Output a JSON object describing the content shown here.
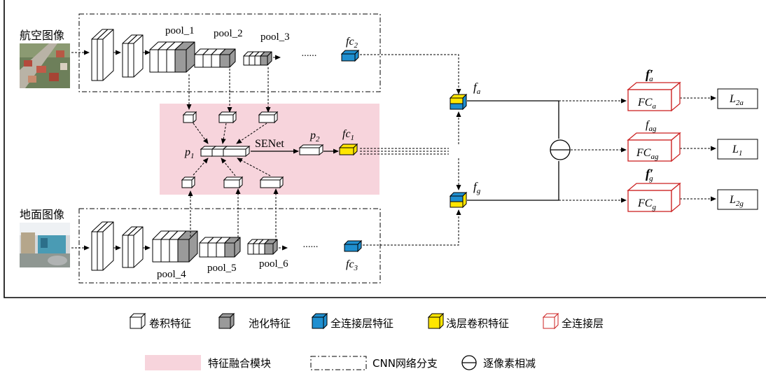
{
  "branches": {
    "aerial": {
      "title": "航空图像",
      "pools": [
        "pool_1",
        "pool_2",
        "pool_3"
      ],
      "fc": "fc",
      "fc_sub": "2"
    },
    "ground": {
      "title": "地面图像",
      "pools": [
        "pool_4",
        "pool_5",
        "pool_6"
      ],
      "fc": "fc",
      "fc_sub": "3"
    }
  },
  "fusion": {
    "p1": "p",
    "p1_sub": "1",
    "senet": "SENet",
    "p2": "p",
    "p2_sub": "2",
    "fc1": "fc",
    "fc1_sub": "1"
  },
  "features": {
    "fa": "f",
    "fa_sub": "a",
    "fg": "f",
    "fg_sub": "g"
  },
  "heads": [
    {
      "label": "f",
      "label_prime": "′",
      "label_sub": "a",
      "fc": "FC",
      "fc_sub": "a",
      "loss": "L",
      "loss_sub": "2a"
    },
    {
      "label": "f",
      "label_prime": "",
      "label_sub": "ag",
      "fc": "FC",
      "fc_sub": "ag",
      "loss": "L",
      "loss_sub": "1"
    },
    {
      "label": "f",
      "label_prime": "′",
      "label_sub": "g",
      "fc": "FC",
      "fc_sub": "g",
      "loss": "L",
      "loss_sub": "2g"
    }
  ],
  "ellipsis": "······",
  "legend": {
    "row1": [
      "卷积特征",
      "池化特征",
      "全连接层特征",
      "浅层卷积特征",
      "全连接层"
    ],
    "row2": [
      "特征融合模块",
      "CNN网络分支",
      "逐像素相减"
    ]
  },
  "colors": {
    "pool": "#9a9a9a",
    "fc_blue": "#1f8fd0",
    "shallow_yellow": "#ffe600",
    "fusion_pink": "#f7d4dc",
    "fc_red": "#cc2222"
  }
}
